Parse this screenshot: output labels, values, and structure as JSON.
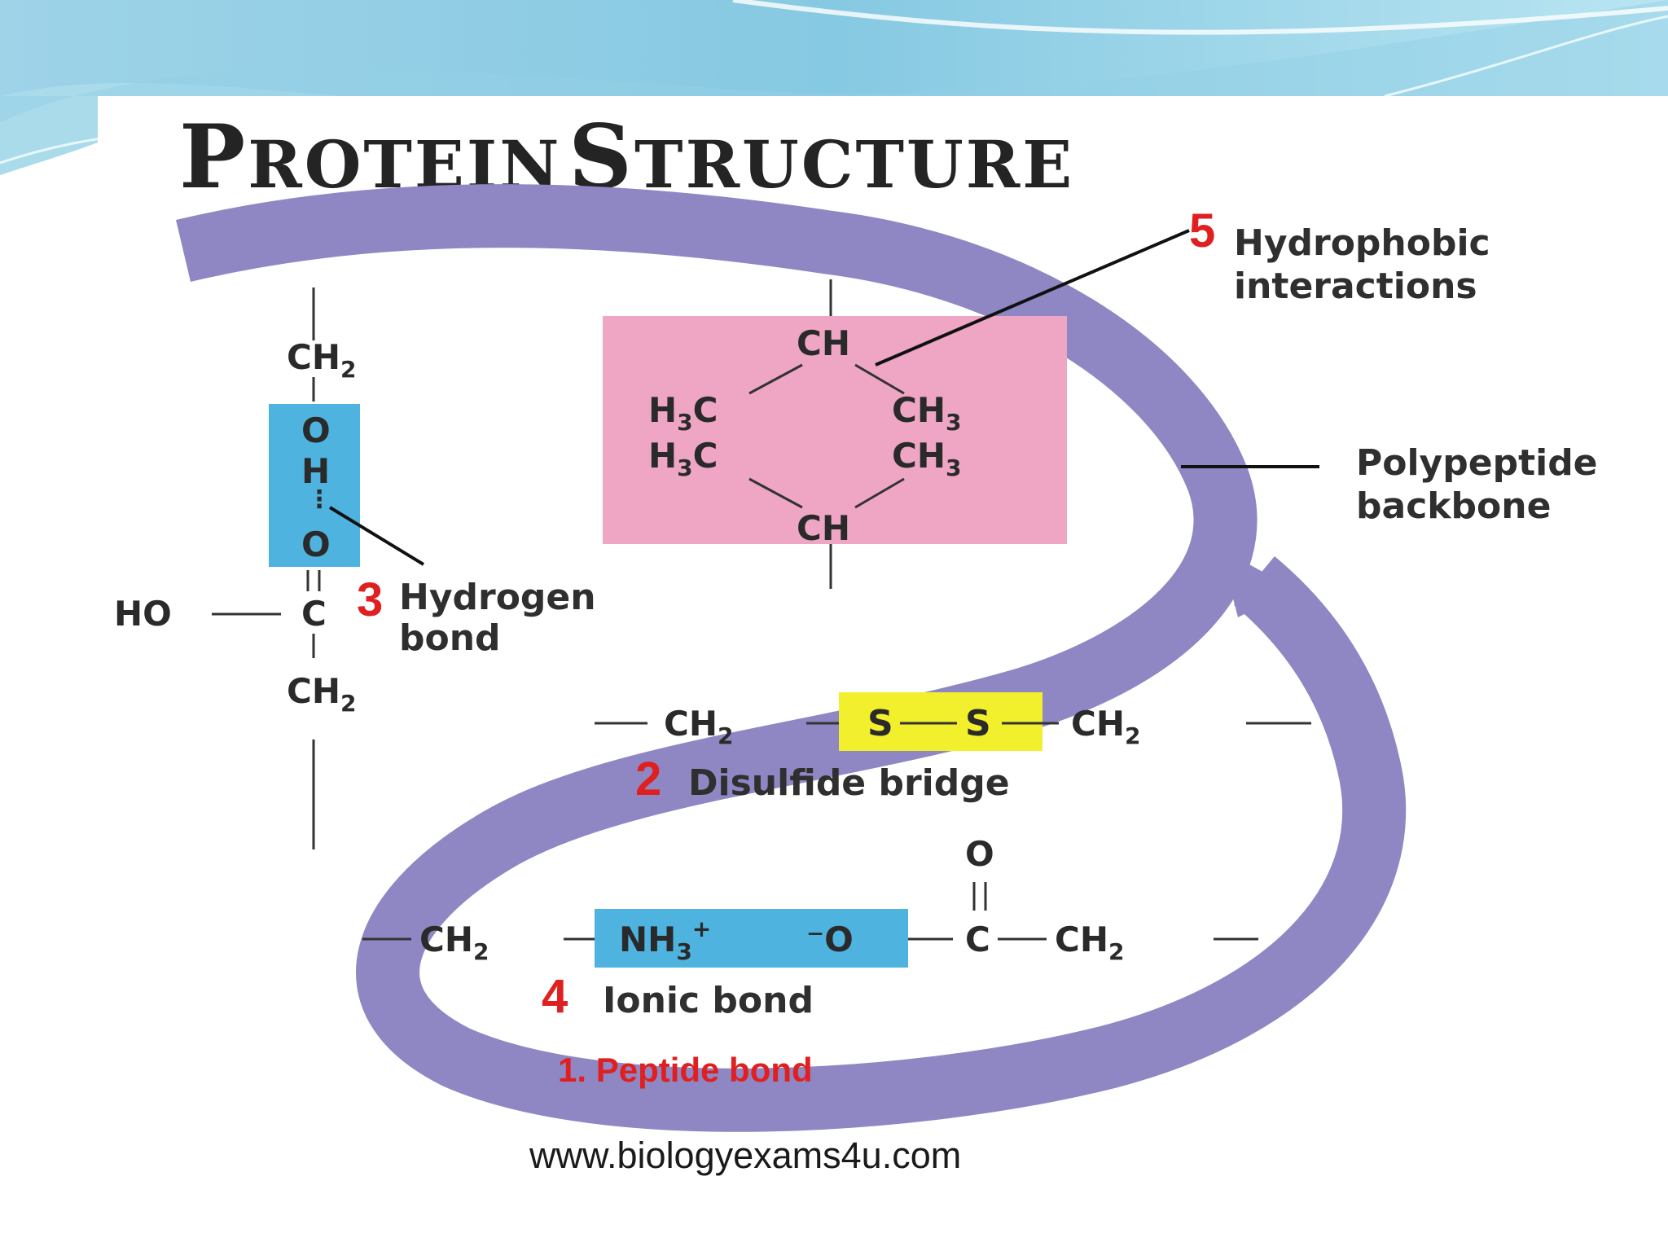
{
  "title": {
    "first_big": "P",
    "first_rest": "ROTEIN",
    "second_big": "S",
    "second_rest": "TRUCTURE"
  },
  "labels": {
    "hydrophobic_num": "5",
    "hydrophobic_line1": "Hydrophobic",
    "hydrophobic_line2": "interactions",
    "backbone_line1": "Polypeptide",
    "backbone_line2": "backbone",
    "hydrogen_num": "3",
    "hydrogen_line1": "Hydrogen",
    "hydrogen_line2": "bond",
    "disulfide_num": "2",
    "disulfide_text": "Disulfide bridge",
    "ionic_num": "4",
    "ionic_text": "Ionic bond",
    "peptide_text": "1. Peptide bond"
  },
  "chem": {
    "ch2": "CH",
    "sub2": "2",
    "sub3": "3",
    "ch": "CH",
    "h3c": "H",
    "c_after": "C",
    "ch3": "CH",
    "o": "O",
    "h": "H",
    "c": "C",
    "ho": "HO",
    "s": "S",
    "nh3": "NH",
    "plus": "+",
    "o_minus": "⁻O"
  },
  "footer": {
    "url": "www.biologyexams4u.com"
  },
  "colors": {
    "backbone": "#8e87c4",
    "hydrophobic_box": "#efa6c4",
    "hydrogen_box": "#4fb3e0",
    "disulfide_box": "#f2ef2c",
    "ionic_box": "#4fb3e0",
    "number_red": "#e02020",
    "slide_wave": "#7fc6e0"
  }
}
